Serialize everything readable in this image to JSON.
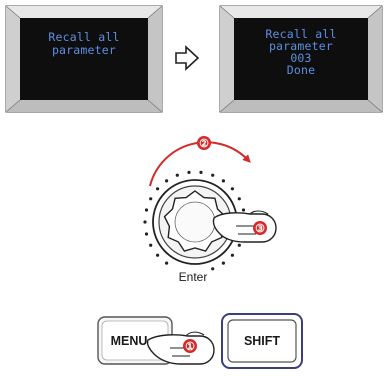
{
  "display_before": {
    "lines": [
      "Recall all",
      "parameter"
    ]
  },
  "display_after": {
    "lines": [
      "Recall all",
      "parameter",
      "003",
      "Done"
    ]
  },
  "knob": {
    "label": "Enter"
  },
  "buttons": {
    "menu": "MENU",
    "shift": "SHIFT"
  },
  "steps": {
    "press_menu": "①",
    "rotate": "②",
    "press_enter": "③"
  },
  "colors": {
    "lcd_background": "#0e0e0e",
    "lcd_text": "#5c8fe0",
    "step_marker": "#d42a2a",
    "shift_border": "#3b3f7a"
  }
}
